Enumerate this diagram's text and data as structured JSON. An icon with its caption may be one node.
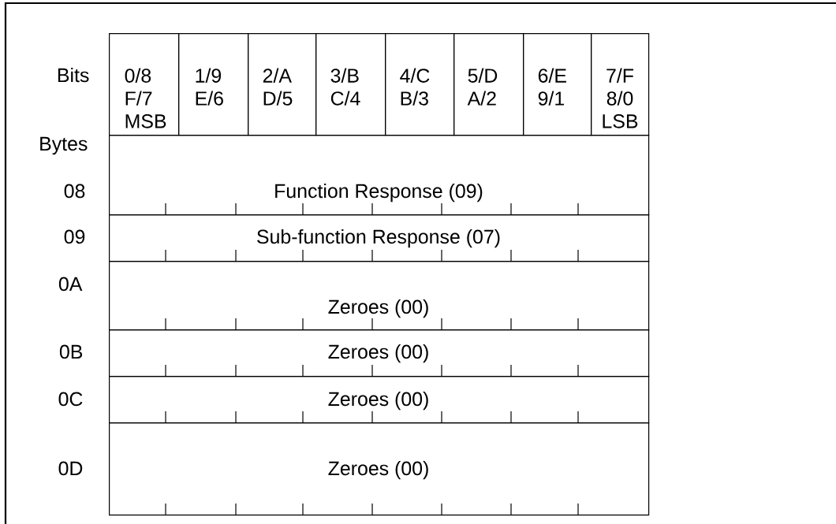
{
  "diagram": {
    "nodes": [
      {
        "text": [
          "0/8 F/7 MSB"
        ]
      },
      {
        "text": [
          "1/9 E/6"
        ]
      },
      {
        "text": [
          "2/A D/5"
        ]
      },
      {
        "text": [
          "3/B C/4"
        ]
      },
      {
        "text": [
          "4/C B/3"
        ]
      },
      {
        "text": [
          "5/D A/2"
        ]
      },
      {
        "text": [
          "6/E 9/1"
        ]
      },
      {
        "text": [
          "7/F 8/0 LSB"
        ]
      },
      {
        "text": [
          "Function Response (09)"
        ]
      },
      {
        "text": [
          "Sub-function Response (07)"
        ]
      },
      {
        "text": [
          "Zeroes (00)"
        ]
      },
      {
        "text": [
          "Zeroes (00)"
        ]
      },
      {
        "text": [
          "Zeroes (00)"
        ]
      },
      {
        "text": [
          "Zeroes (00)"
        ]
      }
    ],
    "labels": [
      "Bits",
      "Bytes",
      "08",
      "09",
      "0A",
      "0B",
      "0C",
      "0D"
    ]
  }
}
